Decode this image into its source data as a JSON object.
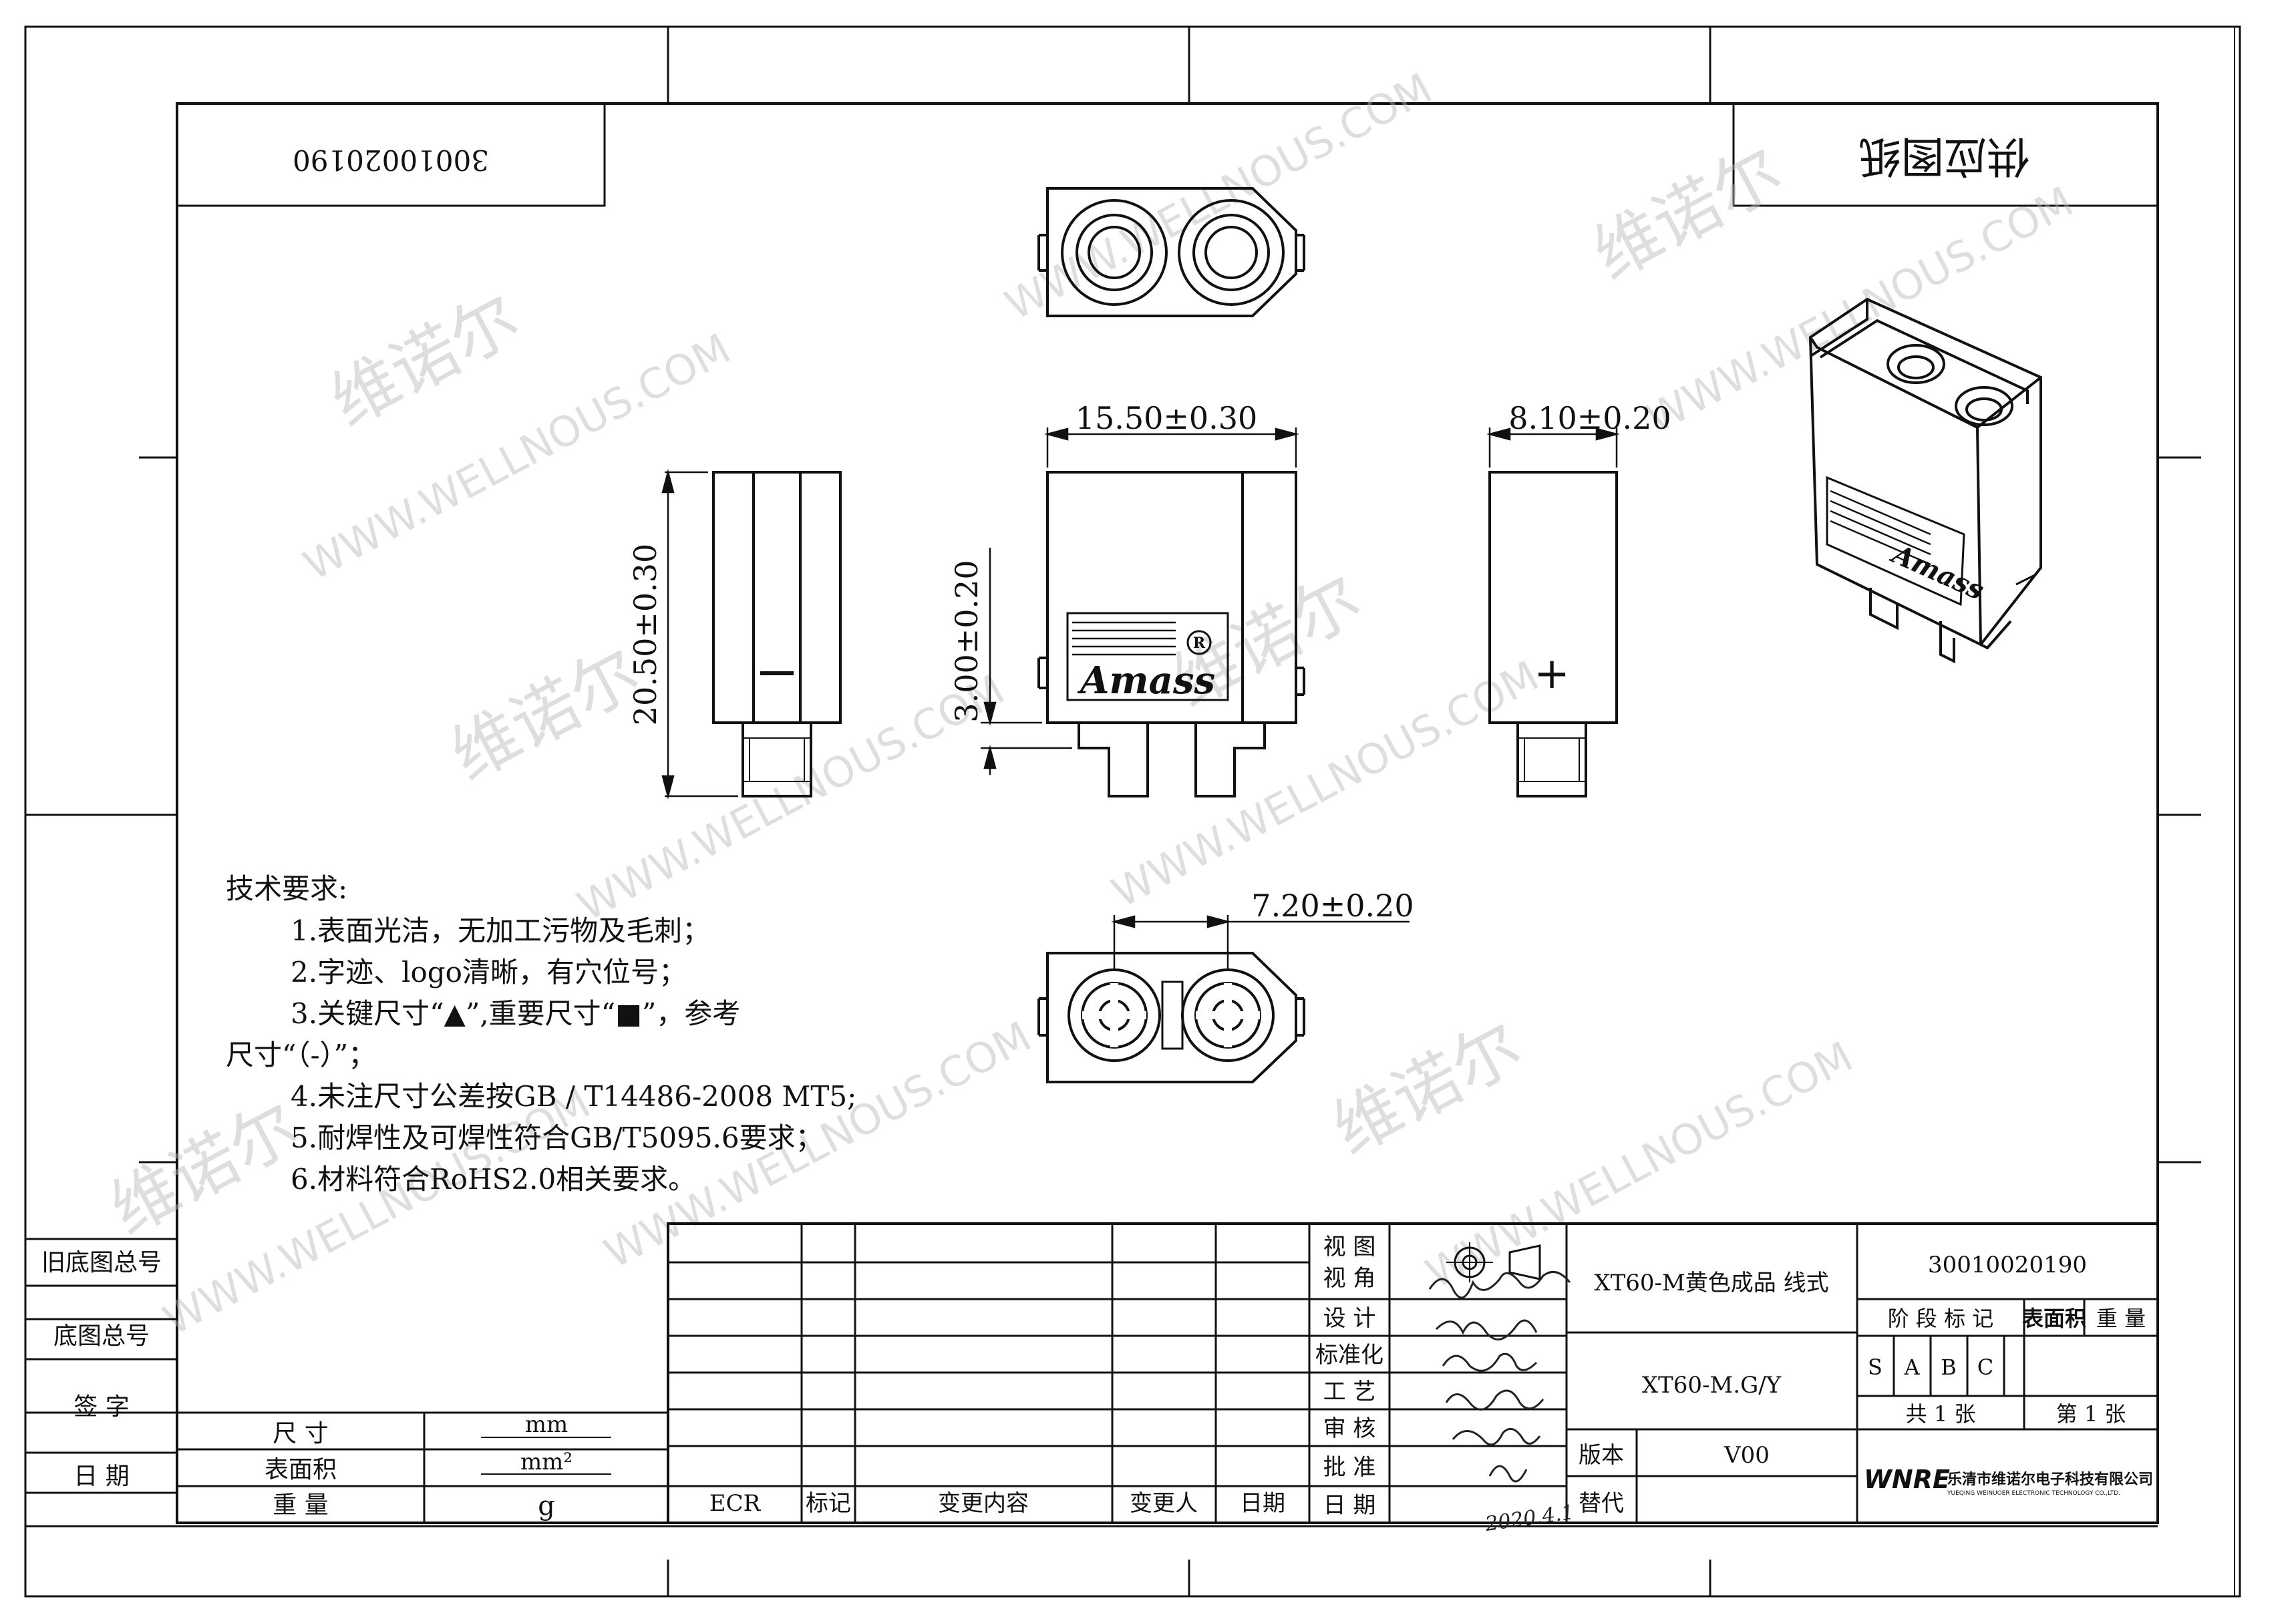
{
  "corner_code": "30010020190",
  "supply_stamp": "供应图纸",
  "watermarks": {
    "cn": "维诺尔",
    "en": "WWW.WELLNOUS.COM"
  },
  "dimensions": {
    "width": "15.50±0.30",
    "depth": "8.10±0.20",
    "height": "20.50±0.30",
    "pin": "3.00±0.20",
    "pitch": "7.20±0.20"
  },
  "logo_text": "Amass",
  "registered_mark": "R",
  "marks": {
    "minus": "—",
    "plus": "+"
  },
  "tech_requirements": {
    "heading": "技术要求:",
    "items": [
      "1.表面光洁，无加工污物及毛刺；",
      "2.字迹、logo清晰，有穴位号；",
      "3.关键尺寸“▲”,重要尺寸“■”，参考",
      "尺寸“（-）”；",
      "4.未注尺寸公差按GB / T14486-2008 MT5;",
      "5.耐焊性及可焊性符合GB/T5095.6要求；",
      "6.材料符合RoHS2.0相关要求。"
    ]
  },
  "left_block": {
    "old_total": "旧底图总号",
    "base_total": "底图总号",
    "sign": "签  字",
    "date": "日  期"
  },
  "units_block": {
    "rows": [
      {
        "label": "尺 寸",
        "unit": "mm"
      },
      {
        "label": "表面积",
        "unit": "mm²"
      },
      {
        "label": "重 量",
        "unit": "g"
      }
    ]
  },
  "change_block": {
    "headers": [
      "ECR",
      "标记",
      "变更内容",
      "变更人",
      "日期"
    ]
  },
  "sign_block": {
    "rows": [
      "视  图",
      "视  角",
      "设  计",
      "标准化",
      "工  艺",
      "审  核",
      "批  准",
      "日  期"
    ]
  },
  "title_block": {
    "product_name": "XT60-M黄色成品 线式",
    "model": "XT60-M.G/Y",
    "part_number": "30010020190",
    "stage_headers": [
      "阶 段 标 记",
      "表面积",
      "重 量"
    ],
    "stages": [
      "S",
      "A",
      "B",
      "C"
    ],
    "total_sheets": "共  1  张",
    "sheet_no": "第  1  张",
    "version_label": "版本",
    "version": "V00",
    "replace_label": "替代",
    "company_logo": "WNRE",
    "company_cn": "乐清市维诺尔电子科技有限公司",
    "company_en": "YUEQING WEINUOER ELECTRONIC TECHNOLOGY CO.,LTD."
  },
  "handwritten_date": "2020.4.1"
}
